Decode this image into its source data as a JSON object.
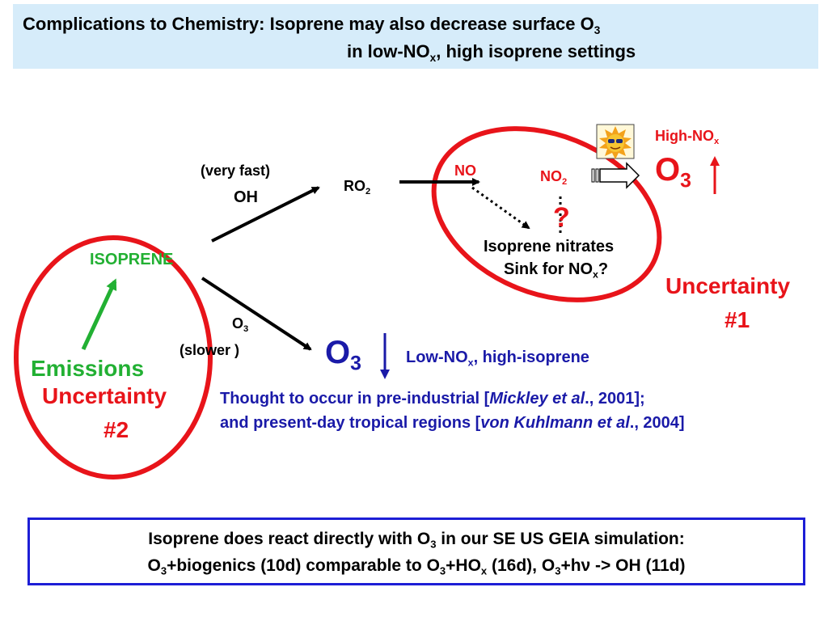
{
  "title": {
    "line1_main": "Complications to Chemistry: Isoprene may also decrease surface O",
    "line1_sub": "3",
    "line2_pre": "in low-NO",
    "line2_sub": "x",
    "line2_post": ", high isoprene settings"
  },
  "diagram": {
    "very_fast": "(very fast)",
    "oh": "OH",
    "ro2_main": "RO",
    "ro2_sub": "2",
    "no": "NO",
    "no2_main": "NO",
    "no2_sub": "2",
    "high_nox_main": "High-NO",
    "high_nox_sub": "x",
    "o3_main": "O",
    "o3_sub": "3",
    "question": "?",
    "nitrates": "Isoprene nitrates",
    "sink_pre": "Sink for NO",
    "sink_sub": "x",
    "sink_post": "?",
    "uncertainty1_line1": "Uncertainty",
    "uncertainty1_line2": "#1",
    "isoprene": "ISOPRENE",
    "emissions": "Emissions",
    "uncertainty2_line1": "Uncertainty",
    "uncertainty2_line2": "#2",
    "o3_small_main": "O",
    "o3_small_sub": "3",
    "slower": "(slower )",
    "low_o3_main": "O",
    "low_o3_sub": "3",
    "low_nox_pre": "Low-NO",
    "low_nox_sub": "x",
    "low_nox_post": ", high-isoprene",
    "thought_line1_pre": "Thought to occur in pre-industrial [",
    "thought_line1_ital": "Mickley et al",
    "thought_line1_post": "., 2001];",
    "thought_line2_pre": "and present-day tropical regions [",
    "thought_line2_ital": "von Kuhlmann et al",
    "thought_line2_post": "., 2004]",
    "sun_icon": "sun-with-sunglasses-icon"
  },
  "bottom": {
    "line1_pre": "Isoprene does react directly with O",
    "line1_sub": "3",
    "line1_post": " in our SE US GEIA simulation:",
    "l2_a": "O",
    "l2_a_sub": "3",
    "l2_b": "+biogenics (10d) comparable to O",
    "l2_b_sub": "3",
    "l2_c": "+HO",
    "l2_c_sub": "x",
    "l2_d": " (16d), O",
    "l2_d_sub": "3",
    "l2_e": "+h",
    "l2_nu": "ν",
    "l2_f": " -> OH (11d)"
  },
  "colors": {
    "title_bg": "#d6ecfa",
    "red": "#e8141a",
    "green": "#22b033",
    "navy": "#1a1aa8",
    "box_border": "#1d1ed6"
  }
}
